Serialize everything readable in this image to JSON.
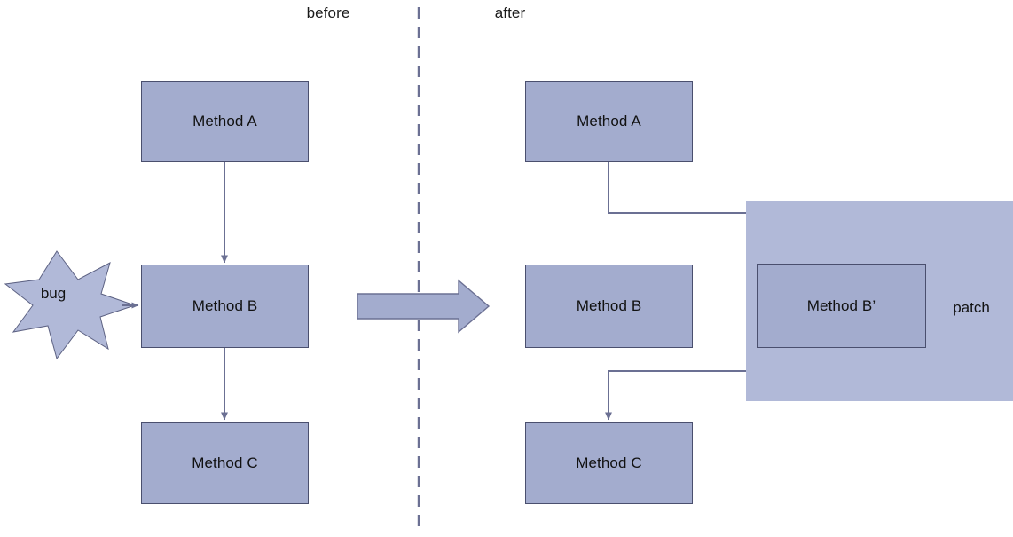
{
  "diagram": {
    "title_before": "before",
    "title_after": "after",
    "colors": {
      "node_fill": "#a3acce",
      "node_stroke": "#4a4f6e",
      "patch_fill": "#b1b9d8",
      "connector": "#6b7093",
      "divider": "#6b7093",
      "text": "#111111"
    }
  },
  "before_column": {
    "header": "before",
    "nodes": [
      {
        "id": "method-a",
        "label": "Method A"
      },
      {
        "id": "method-b",
        "label": "Method B"
      },
      {
        "id": "method-c",
        "label": "Method C"
      }
    ],
    "bug": {
      "label": "bug",
      "points": 7
    },
    "connectors": [
      {
        "from": "method-a",
        "to": "method-b",
        "kind": "straight-down"
      },
      {
        "from": "bug",
        "to": "method-b",
        "kind": "straight-right"
      },
      {
        "from": "method-b",
        "to": "method-c",
        "kind": "straight-down"
      }
    ]
  },
  "transition": {
    "arrow_label": "",
    "icon": "block-arrow-right"
  },
  "after_column": {
    "header": "after",
    "nodes": [
      {
        "id": "method-a-after",
        "label": "Method A"
      },
      {
        "id": "method-b-after",
        "label": "Method B"
      },
      {
        "id": "method-b-prime",
        "label": "Method B’"
      },
      {
        "id": "method-c-after",
        "label": "Method C"
      }
    ],
    "patch": {
      "label": "patch"
    },
    "connectors": [
      {
        "from": "method-a-after",
        "to": "method-b-prime",
        "kind": "elbow-down-right-down"
      },
      {
        "from": "method-b-prime",
        "to": "method-c-after",
        "kind": "elbow-down-left-down"
      }
    ]
  },
  "divider": {
    "style": "dashed-vertical"
  }
}
